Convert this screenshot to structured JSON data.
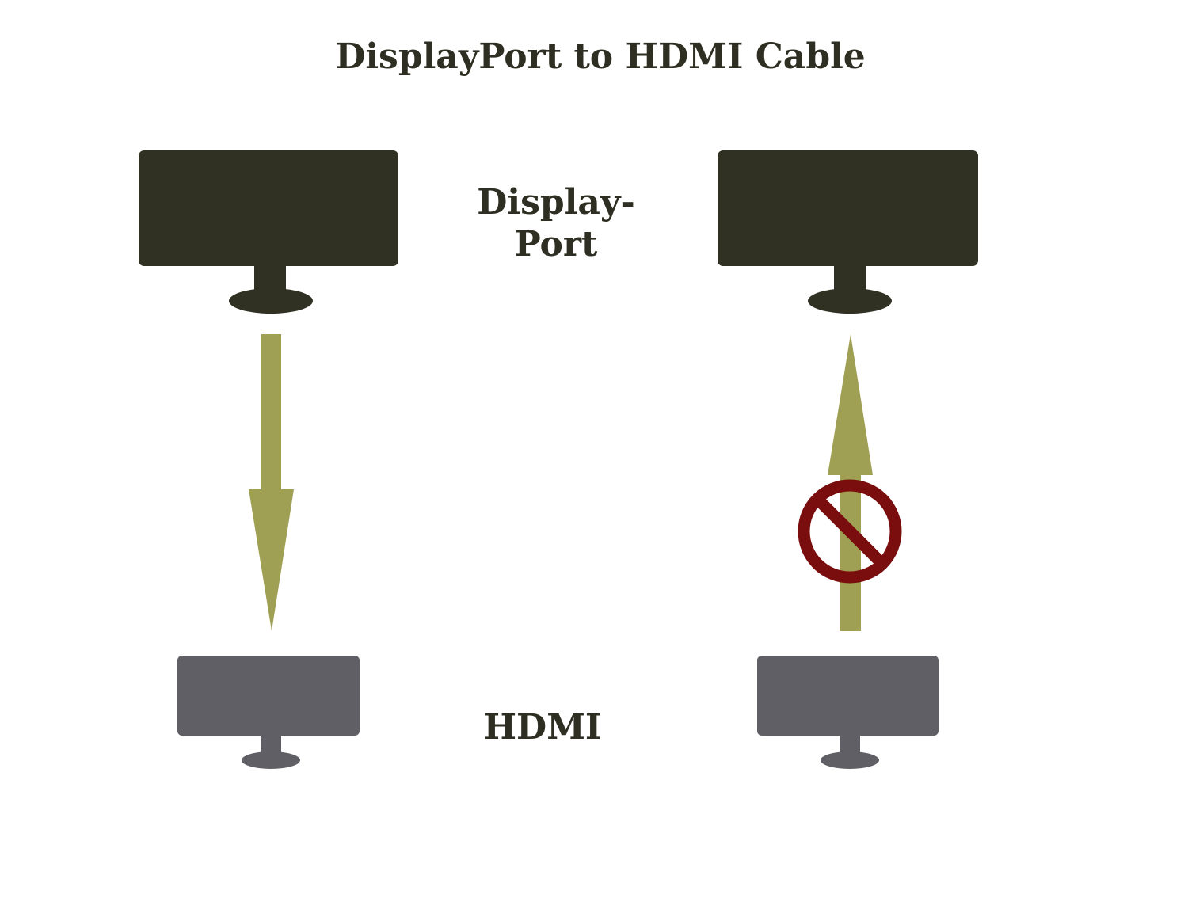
{
  "title": "DisplayPort to HDMI Cable",
  "labels": {
    "displayport_line1": "Display-",
    "displayport_line2": "Port",
    "hdmi": "HDMI"
  },
  "colors": {
    "background": "#ffffff",
    "text": "#2e2e22",
    "displayport_monitor": "#303023",
    "hdmi_monitor": "#5f5f65",
    "arrow": "#a0a054",
    "prohibited": "#7a0d0d"
  },
  "connections": [
    {
      "from": "DisplayPort",
      "to": "HDMI",
      "direction": "down",
      "allowed": true
    },
    {
      "from": "HDMI",
      "to": "DisplayPort",
      "direction": "up",
      "allowed": false,
      "icon": "prohibited-icon"
    }
  ]
}
